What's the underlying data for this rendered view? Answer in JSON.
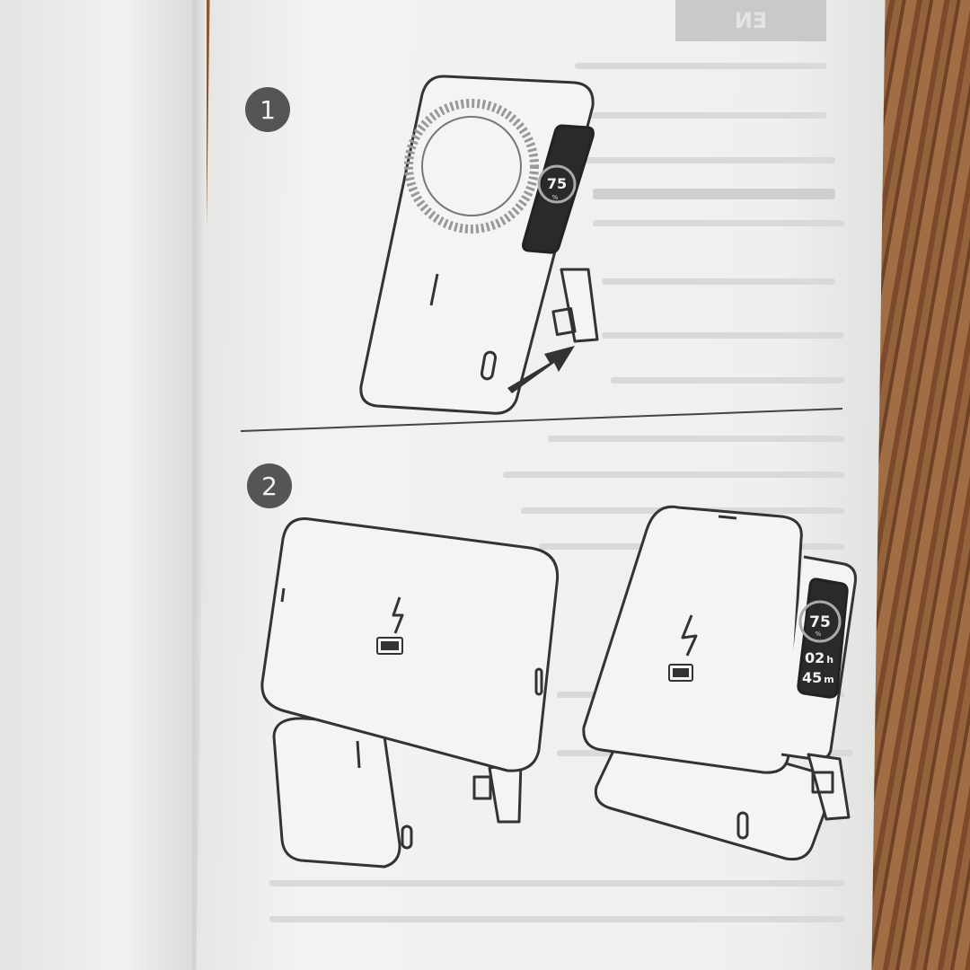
{
  "page": {
    "language_tab": "EN",
    "steps": [
      {
        "number": "1",
        "display": {
          "percent": "75",
          "unit": "%"
        }
      },
      {
        "number": "2",
        "display": {
          "percent": "75",
          "unit": "%",
          "hours": "02",
          "hours_unit": "h",
          "minutes": "45",
          "minutes_unit": "m"
        }
      }
    ]
  },
  "colors": {
    "paper": "#efefed",
    "ink": "#333333",
    "screen": "#2a2a2a",
    "wood": "#8a5a34"
  }
}
